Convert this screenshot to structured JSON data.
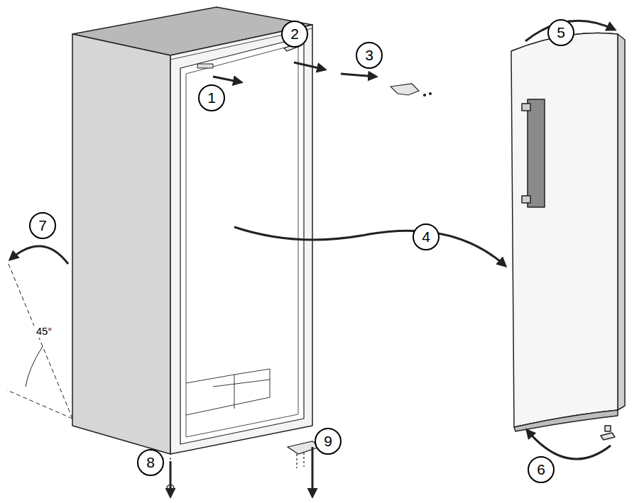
{
  "diagram": {
    "labels": [
      "1",
      "2",
      "3",
      "4",
      "5",
      "6",
      "7",
      "8",
      "9",
      "45°"
    ]
  }
}
